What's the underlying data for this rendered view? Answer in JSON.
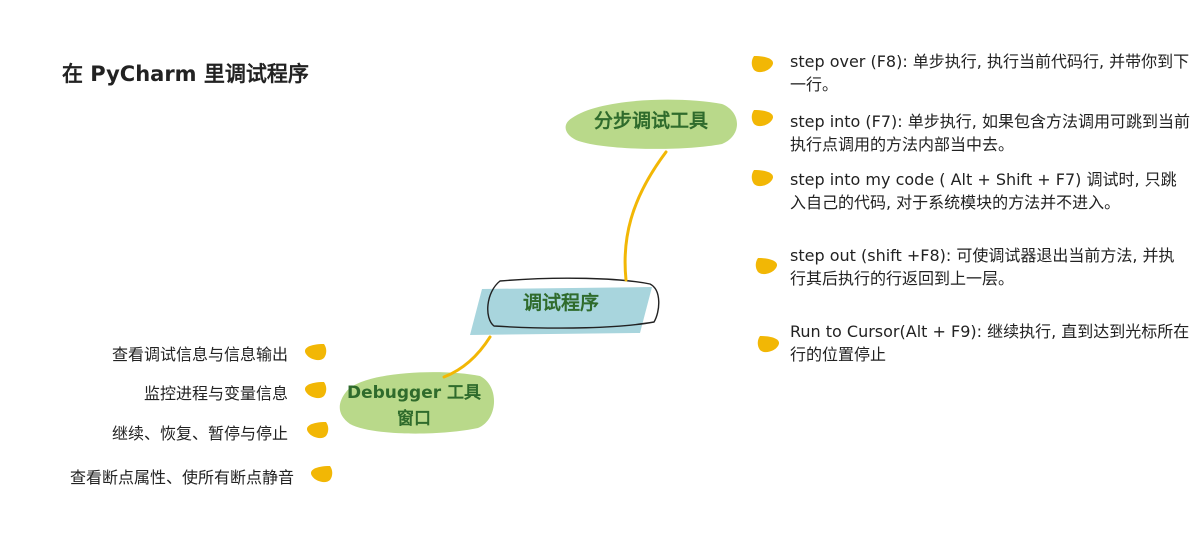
{
  "title": "在 PyCharm 里调试程序",
  "central": {
    "label": "调试程序"
  },
  "stepping": {
    "label": "分步调试工具",
    "items": [
      "step over (F8): 单步执行, 执行当前代码行, 并带你到下一行。",
      "step into (F7): 单步执行, 如果包含方法调用可跳到当前执行点调用的方法内部当中去。",
      "step into my code ( Alt + Shift + F7) 调试时, 只跳入自己的代码, 对于系统模块的方法并不进入。",
      "step out (shift +F8): 可使调试器退出当前方法, 并执行其后执行的行返回到上一层。",
      "Run to Cursor(Alt + F9):  继续执行, 直到达到光标所在行的位置停止"
    ]
  },
  "debugger": {
    "label": "Debugger 工具窗口",
    "items": [
      "查看调试信息与信息输出",
      "监控进程与变量信息",
      "继续、恢复、暂停与停止",
      "查看断点属性、使所有断点静音"
    ]
  },
  "colors": {
    "central_fill": "#a8d5dd",
    "branch_fill": "#b9d98a",
    "connector": "#f2b705",
    "bullet": "#f2b705"
  }
}
